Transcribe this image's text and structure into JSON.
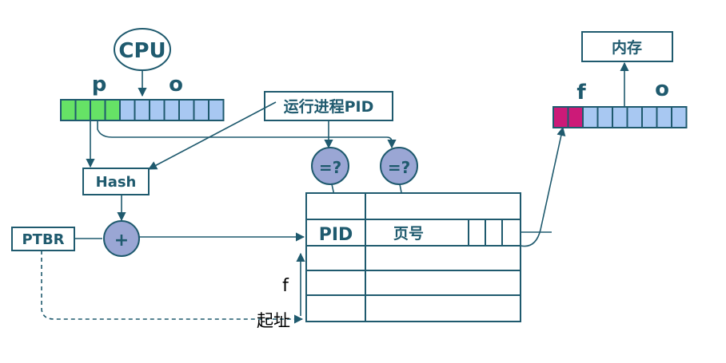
{
  "labels": {
    "cpu": "CPU",
    "p": "p",
    "o_left": "o",
    "running_pid": "运行进程PID",
    "hash": "Hash",
    "ptbr": "PTBR",
    "plus": "+",
    "cmp1": "=?",
    "cmp2": "=?",
    "pid_header": "PID",
    "page_header": "页号",
    "f_left": "f",
    "start_addr": "起址",
    "memory": "内存",
    "f_right": "f",
    "o_right": "o"
  },
  "colors": {
    "line": "#1f5a6e",
    "p_bits": "#66e266",
    "o_bits": "#a8c8f2",
    "f_bits": "#cc1a78",
    "circle_fill": "#9aa6d4"
  },
  "address_register": {
    "p_bits": 4,
    "o_bits": 7
  },
  "physical_register": {
    "f_bits": 2,
    "o_bits": 7
  }
}
